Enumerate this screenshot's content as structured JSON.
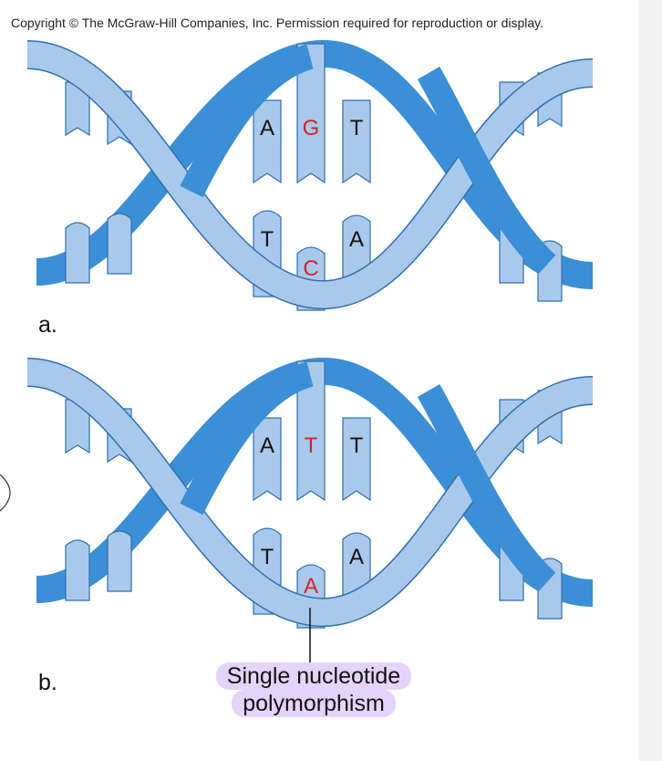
{
  "copyright": "Copyright © The McGraw-Hill Companies, Inc. Permission required for reproduction or display.",
  "colors": {
    "strand_back": "#3b8fd6",
    "strand_front": "#a9c9ec",
    "strand_outline": "#2f6fae",
    "base_fill": "#a9c9ec",
    "letter_normal": "#111111",
    "letter_highlight": "#d0262a",
    "annotation_highlight": "#e6d3fb"
  },
  "panels": [
    {
      "label": "a.",
      "top_bases": [
        {
          "letter": "A",
          "highlight": false
        },
        {
          "letter": "G",
          "highlight": true
        },
        {
          "letter": "T",
          "highlight": false
        }
      ],
      "bottom_bases": [
        {
          "letter": "T",
          "highlight": false
        },
        {
          "letter": "C",
          "highlight": true
        },
        {
          "letter": "A",
          "highlight": false
        }
      ]
    },
    {
      "label": "b.",
      "top_bases": [
        {
          "letter": "A",
          "highlight": false
        },
        {
          "letter": "T",
          "highlight": true
        },
        {
          "letter": "T",
          "highlight": false
        }
      ],
      "bottom_bases": [
        {
          "letter": "T",
          "highlight": false
        },
        {
          "letter": "A",
          "highlight": true
        },
        {
          "letter": "A",
          "highlight": false
        }
      ]
    }
  ],
  "annotation": {
    "line1": "Single nucleotide",
    "line2": "polymorphism"
  }
}
